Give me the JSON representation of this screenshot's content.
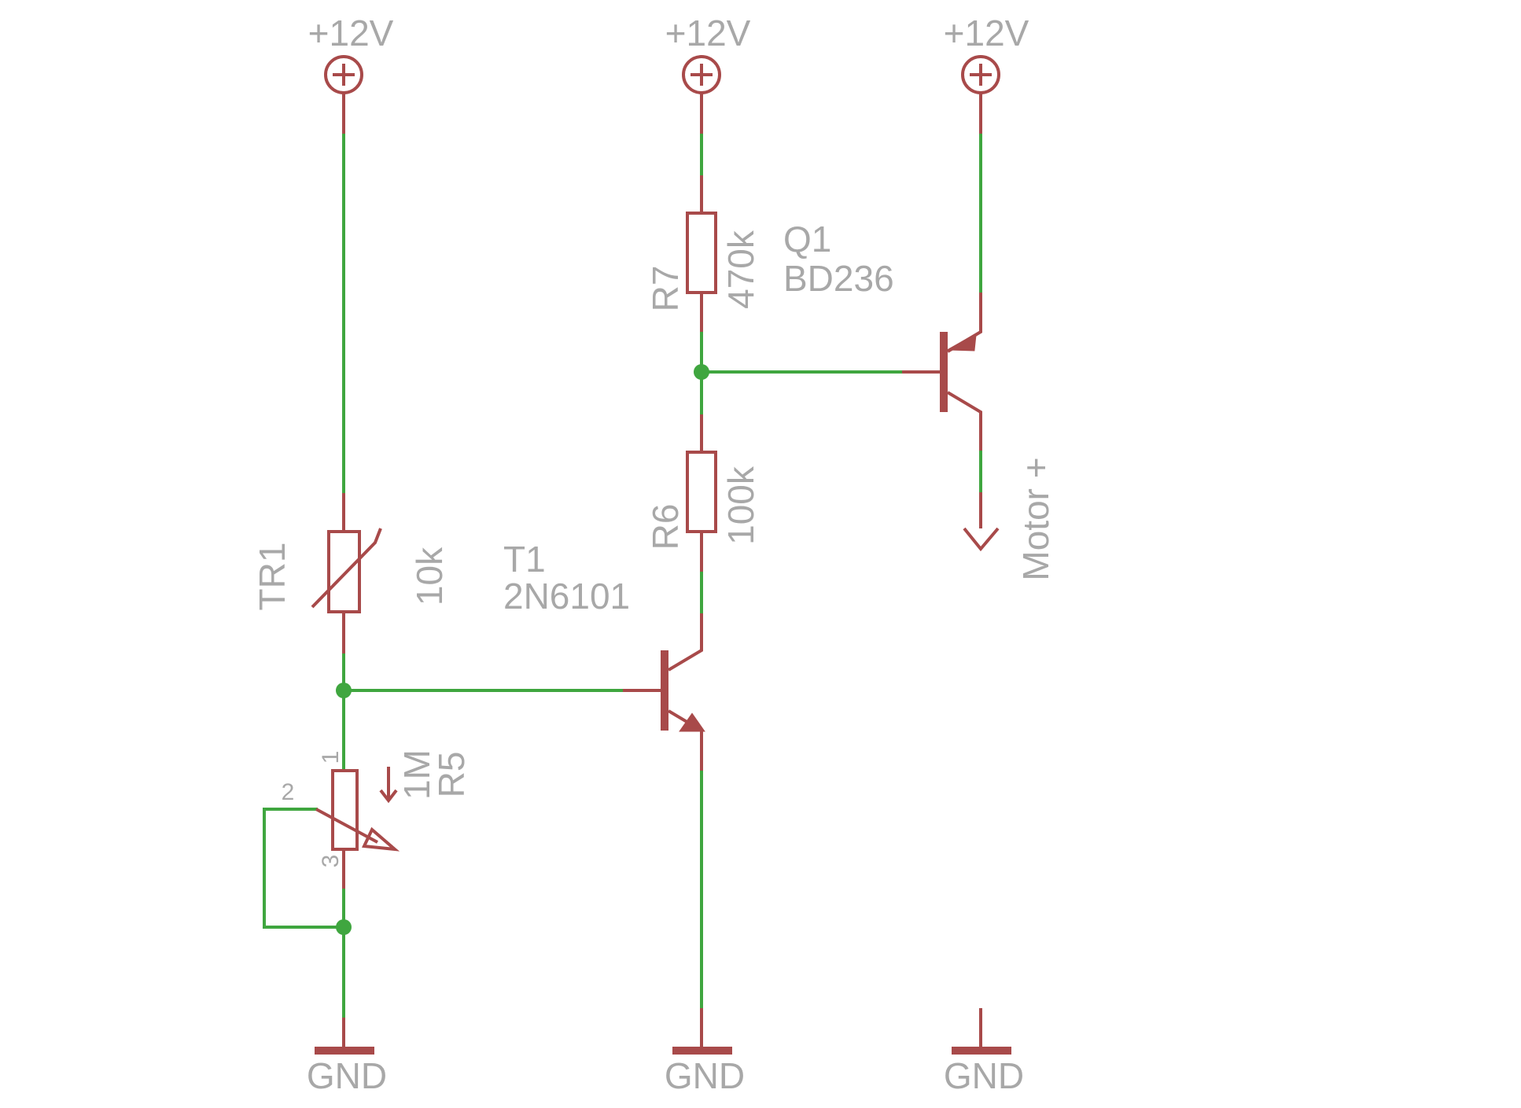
{
  "supplies": [
    {
      "label": "+12V"
    },
    {
      "label": "+12V"
    },
    {
      "label": "+12V"
    }
  ],
  "grounds": [
    {
      "label": "GND"
    },
    {
      "label": "GND"
    },
    {
      "label": "GND"
    }
  ],
  "components": {
    "tr1": {
      "name": "TR1",
      "value": "10k"
    },
    "r5": {
      "name": "R5",
      "value": "1M",
      "pins": [
        "1",
        "2",
        "3"
      ]
    },
    "t1": {
      "name": "T1",
      "value": "2N6101"
    },
    "r6": {
      "name": "R6",
      "value": "100k"
    },
    "r7": {
      "name": "R7",
      "value": "470k"
    },
    "q1": {
      "name": "Q1",
      "value": "BD236"
    }
  },
  "output": {
    "label": "Motor +"
  },
  "colors": {
    "wire": "#3fa63f",
    "symbol": "#a84a4a",
    "label": "#a8a8a8",
    "background": "#ffffff"
  }
}
